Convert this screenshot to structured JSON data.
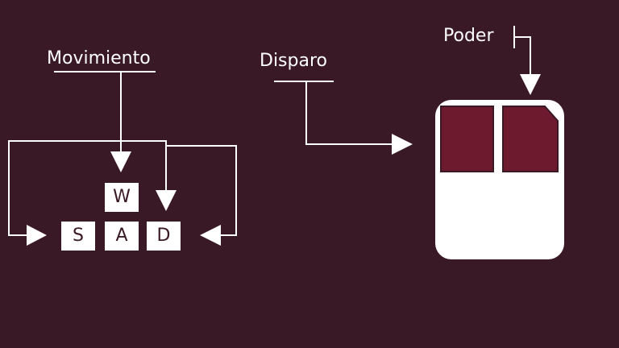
{
  "labels": {
    "movement": "Movimiento",
    "shoot": "Disparo",
    "power": "Poder"
  },
  "keys": {
    "w": "W",
    "s": "S",
    "a": "A",
    "d": "D"
  },
  "colors": {
    "background": "#3a1926",
    "foreground": "#ffffff",
    "mouse_button": "#6e1a2e"
  },
  "icons": {
    "mouse": "mouse-icon",
    "arrow": "arrow-icon"
  }
}
